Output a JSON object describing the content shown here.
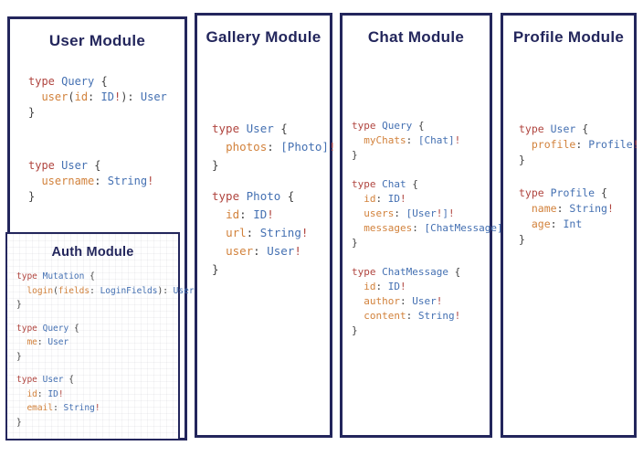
{
  "colors": {
    "border_navy": "#23265c",
    "keyword_red": "#b0453f",
    "type_blue": "#4470b2",
    "field_orange": "#d2823c",
    "punctuation_gray": "#3f3f3f",
    "background": "#ffffff"
  },
  "panels": {
    "user": {
      "title": "User Module",
      "blocks": [
        [
          [
            [
              "type ",
              "k"
            ],
            [
              "Query ",
              "t"
            ],
            [
              "{",
              "p"
            ]
          ],
          [
            [
              "  ",
              "p"
            ],
            [
              "user",
              "f"
            ],
            [
              "(",
              "p"
            ],
            [
              "id",
              "f"
            ],
            [
              ": ",
              "p"
            ],
            [
              "ID",
              "t"
            ],
            [
              "!",
              "k"
            ],
            [
              "): ",
              "p"
            ],
            [
              "User",
              "t"
            ]
          ],
          [
            [
              "}",
              "p"
            ]
          ]
        ],
        [
          [
            [
              "type ",
              "k"
            ],
            [
              "User ",
              "t"
            ],
            [
              "{",
              "p"
            ]
          ],
          [
            [
              "  ",
              "p"
            ],
            [
              "username",
              "f"
            ],
            [
              ": ",
              "p"
            ],
            [
              "String",
              "t"
            ],
            [
              "!",
              "k"
            ]
          ],
          [
            [
              "}",
              "p"
            ]
          ]
        ]
      ]
    },
    "auth": {
      "title": "Auth Module",
      "blocks": [
        [
          [
            [
              "type ",
              "k"
            ],
            [
              "Mutation ",
              "t"
            ],
            [
              "{",
              "p"
            ]
          ],
          [
            [
              "  ",
              "p"
            ],
            [
              "login",
              "f"
            ],
            [
              "(",
              "p"
            ],
            [
              "fields",
              "f"
            ],
            [
              ": ",
              "p"
            ],
            [
              "LoginFields",
              "t"
            ],
            [
              "): ",
              "p"
            ],
            [
              "User",
              "t"
            ]
          ],
          [
            [
              "}",
              "p"
            ]
          ]
        ],
        [
          [
            [
              "type ",
              "k"
            ],
            [
              "Query ",
              "t"
            ],
            [
              "{",
              "p"
            ]
          ],
          [
            [
              "  ",
              "p"
            ],
            [
              "me",
              "f"
            ],
            [
              ": ",
              "p"
            ],
            [
              "User",
              "t"
            ]
          ],
          [
            [
              "}",
              "p"
            ]
          ]
        ],
        [
          [
            [
              "type ",
              "k"
            ],
            [
              "User ",
              "t"
            ],
            [
              "{",
              "p"
            ]
          ],
          [
            [
              "  ",
              "p"
            ],
            [
              "id",
              "f"
            ],
            [
              ": ",
              "p"
            ],
            [
              "ID",
              "t"
            ],
            [
              "!",
              "k"
            ]
          ],
          [
            [
              "  ",
              "p"
            ],
            [
              "email",
              "f"
            ],
            [
              ": ",
              "p"
            ],
            [
              "String",
              "t"
            ],
            [
              "!",
              "k"
            ]
          ],
          [
            [
              "}",
              "p"
            ]
          ]
        ]
      ]
    },
    "gallery": {
      "title": "Gallery Module",
      "blocks": [
        [
          [
            [
              "type ",
              "k"
            ],
            [
              "User ",
              "t"
            ],
            [
              "{",
              "p"
            ]
          ],
          [
            [
              "  ",
              "p"
            ],
            [
              "photos",
              "f"
            ],
            [
              ": ",
              "p"
            ],
            [
              "[Photo]",
              "t"
            ],
            [
              "!",
              "k"
            ]
          ],
          [
            [
              "}",
              "p"
            ]
          ]
        ],
        [
          [
            [
              "type ",
              "k"
            ],
            [
              "Photo ",
              "t"
            ],
            [
              "{",
              "p"
            ]
          ],
          [
            [
              "  ",
              "p"
            ],
            [
              "id",
              "f"
            ],
            [
              ": ",
              "p"
            ],
            [
              "ID",
              "t"
            ],
            [
              "!",
              "k"
            ]
          ],
          [
            [
              "  ",
              "p"
            ],
            [
              "url",
              "f"
            ],
            [
              ": ",
              "p"
            ],
            [
              "String",
              "t"
            ],
            [
              "!",
              "k"
            ]
          ],
          [
            [
              "  ",
              "p"
            ],
            [
              "user",
              "f"
            ],
            [
              ": ",
              "p"
            ],
            [
              "User",
              "t"
            ],
            [
              "!",
              "k"
            ]
          ],
          [
            [
              "}",
              "p"
            ]
          ]
        ]
      ]
    },
    "chat": {
      "title": "Chat Module",
      "blocks": [
        [
          [
            [
              "type ",
              "k"
            ],
            [
              "Query ",
              "t"
            ],
            [
              "{",
              "p"
            ]
          ],
          [
            [
              "  ",
              "p"
            ],
            [
              "myChats",
              "f"
            ],
            [
              ": ",
              "p"
            ],
            [
              "[Chat]",
              "t"
            ],
            [
              "!",
              "k"
            ]
          ],
          [
            [
              "}",
              "p"
            ]
          ]
        ],
        [
          [
            [
              "type ",
              "k"
            ],
            [
              "Chat ",
              "t"
            ],
            [
              "{",
              "p"
            ]
          ],
          [
            [
              "  ",
              "p"
            ],
            [
              "id",
              "f"
            ],
            [
              ": ",
              "p"
            ],
            [
              "ID",
              "t"
            ],
            [
              "!",
              "k"
            ]
          ],
          [
            [
              "  ",
              "p"
            ],
            [
              "users",
              "f"
            ],
            [
              ": ",
              "p"
            ],
            [
              "[User",
              "t"
            ],
            [
              "!",
              "k"
            ],
            [
              "]",
              "t"
            ],
            [
              "!",
              "k"
            ]
          ],
          [
            [
              "  ",
              "p"
            ],
            [
              "messages",
              "f"
            ],
            [
              ": ",
              "p"
            ],
            [
              "[ChatMessage]",
              "t"
            ],
            [
              "!",
              "k"
            ]
          ],
          [
            [
              "}",
              "p"
            ]
          ]
        ],
        [
          [
            [
              "type ",
              "k"
            ],
            [
              "ChatMessage ",
              "t"
            ],
            [
              "{",
              "p"
            ]
          ],
          [
            [
              "  ",
              "p"
            ],
            [
              "id",
              "f"
            ],
            [
              ": ",
              "p"
            ],
            [
              "ID",
              "t"
            ],
            [
              "!",
              "k"
            ]
          ],
          [
            [
              "  ",
              "p"
            ],
            [
              "author",
              "f"
            ],
            [
              ": ",
              "p"
            ],
            [
              "User",
              "t"
            ],
            [
              "!",
              "k"
            ]
          ],
          [
            [
              "  ",
              "p"
            ],
            [
              "content",
              "f"
            ],
            [
              ": ",
              "p"
            ],
            [
              "String",
              "t"
            ],
            [
              "!",
              "k"
            ]
          ],
          [
            [
              "}",
              "p"
            ]
          ]
        ]
      ]
    },
    "profile": {
      "title": "Profile Module",
      "blocks": [
        [
          [
            [
              "type ",
              "k"
            ],
            [
              "User ",
              "t"
            ],
            [
              "{",
              "p"
            ]
          ],
          [
            [
              "  ",
              "p"
            ],
            [
              "profile",
              "f"
            ],
            [
              ": ",
              "p"
            ],
            [
              "Profile",
              "t"
            ],
            [
              "!",
              "k"
            ]
          ],
          [
            [
              "}",
              "p"
            ]
          ]
        ],
        [
          [
            [
              "type ",
              "k"
            ],
            [
              "Profile ",
              "t"
            ],
            [
              "{",
              "p"
            ]
          ],
          [
            [
              "  ",
              "p"
            ],
            [
              "name",
              "f"
            ],
            [
              ": ",
              "p"
            ],
            [
              "String",
              "t"
            ],
            [
              "!",
              "k"
            ]
          ],
          [
            [
              "  ",
              "p"
            ],
            [
              "age",
              "f"
            ],
            [
              ": ",
              "p"
            ],
            [
              "Int",
              "t"
            ]
          ],
          [
            [
              "}",
              "p"
            ]
          ]
        ]
      ]
    }
  }
}
